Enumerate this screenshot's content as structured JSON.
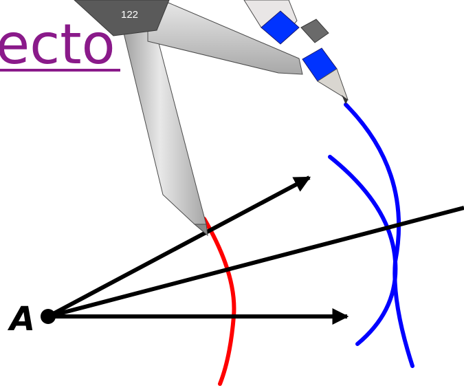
{
  "slide": {
    "title_fragment": "ecto",
    "page_number": "122"
  },
  "diagram": {
    "point_label": "A",
    "colors": {
      "title": "#8a1a8a",
      "rays": "#000000",
      "first_arc": "#ff0000",
      "intersecting_arcs": "#0000ff",
      "compass_body": "#c9c9c9",
      "compass_dark": "#5a5a5a",
      "compass_pencil_band": "#0033ff"
    },
    "icons": [
      "compass-icon",
      "pencil-icon"
    ]
  }
}
